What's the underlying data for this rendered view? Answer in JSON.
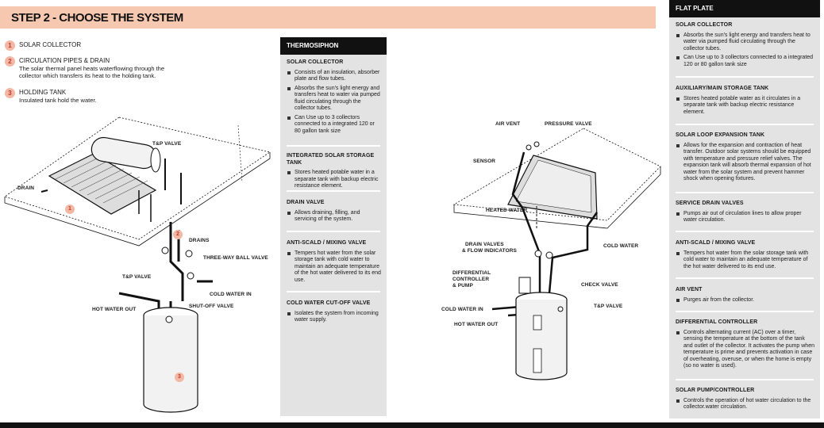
{
  "header": {
    "title": "STEP 2 - CHOOSE THE SYSTEM"
  },
  "legend": [
    {
      "num": "1",
      "title": "SOLAR COLLECTOR",
      "desc": ""
    },
    {
      "num": "2",
      "title": "CIRCULATION PIPES & DRAIN",
      "desc": "The solar thermal panel heats waterflowing through the collector which transfers its heat to the holding tank."
    },
    {
      "num": "3",
      "title": "HOLDING TANK",
      "desc": "Insulated tank hold the water."
    }
  ],
  "thermosiphon_labels": {
    "tp_valve_top": "T&P VALVE",
    "drain": "DRAIN",
    "drains": "DRAINS",
    "three_way": "THREE-WAY BALL VALVE",
    "tp_valve_bottom": "T&P VALVE",
    "cold_water_in": "COLD WATER IN",
    "shut_off": "SHUT-OFF VALVE",
    "hot_water_out": "HOT WATER OUT",
    "marker1": "1",
    "marker2": "2",
    "marker3": "3"
  },
  "thermosiphon_panel": {
    "title": "THERMOSIPHON",
    "sections": [
      {
        "title": "SOLAR COLLECTOR",
        "items": [
          "Consists of an insulation, absorber plate and flow tubes.",
          "Absorbs the sun's light energy and transfers heat to water via pumped fluid circulating through the collector tubes.",
          "Can Use up to 3 collectors connected to a integrated 120 or 80 gallon tank size"
        ]
      },
      {
        "title": "INTEGRATED SOLAR STORAGE TANK",
        "items": [
          "Stores heated potable water in a separate tank with backup electric resistance element."
        ]
      },
      {
        "title": "DRAIN VALVE",
        "items": [
          "Allows draining, filling, and servicing of the system."
        ]
      },
      {
        "title": "ANTI-SCALD / MIXING VALVE",
        "items": [
          "Tempers hot water from the solar storage tank with cold water to maintain an adequate temperature of the hot water delivered to its end use."
        ]
      },
      {
        "title": "COLD WATER CUT-OFF VALVE",
        "items": [
          "Isolates the system from incoming water supply."
        ]
      }
    ]
  },
  "flatplate_labels": {
    "air_vent": "AIR VENT",
    "pressure_valve": "PRESSURE VALVE",
    "sensor": "SENSOR",
    "heated_water": "HEATED WATER",
    "drain_valves": "DRAIN VALVES",
    "flow_indicators": "& FLOW INDICATORS",
    "cold_water": "COLD WATER",
    "differential": "DIFFERENTIAL",
    "controller": "CONTROLLER",
    "pump": "& PUMP",
    "check_valve": "CHECK VALVE",
    "cold_water_in": "COLD WATER IN",
    "tp_valve": "T&P VALVE",
    "hot_water_out": "HOT WATER OUT"
  },
  "flatplate_panel": {
    "title": "FLAT PLATE",
    "sections": [
      {
        "title": "SOLAR COLLECTOR",
        "items": [
          "Absorbs the sun's light energy and transfers heat to water via pumped fluid circulating through the collector tubes.",
          "Can Use up to 3 collectors connected to a integrated 120 or 80 gallon tank size"
        ]
      },
      {
        "title": "AUXILIARY/MAIN STORAGE TANK",
        "items": [
          "Stores heated potable water as it circulates in a separate tank with backup electric resistance element."
        ]
      },
      {
        "title": "SOLAR LOOP EXPANSION TANK",
        "items": [
          "Allows for the expansion and contraction of heat transfer. Outdoor solar systems should be equipped with temperature and pressure relief valves. The expansion tank will absorb thermal expansion of hot water from the solar system and prevent hammer shock when opening fixtures."
        ]
      },
      {
        "title": "SERVICE DRAIN VALVES",
        "items": [
          "Pumps air out of circulation lines to allow proper water circulation."
        ]
      },
      {
        "title": "ANTI-SCALD / MIXING VALVE",
        "items": [
          "Tempers hot water from the solar storage tank with cold water to maintain an adequate temperature of the hot water delivered to its end use."
        ]
      },
      {
        "title": "AIR VENT",
        "items": [
          "Purges air from the collector."
        ]
      },
      {
        "title": "DIFFERENTIAL CONTROLLER",
        "items": [
          "Controls alternating current (AC) over a timer, sensing the temperature at the bottom of the tank and outlet of the collector. It activates the pump when temperature is prime and prevents activation in case of overheating, overuse, or when the home is empty (so no water is used)."
        ]
      },
      {
        "title": "SOLAR PUMP/CONTROLLER",
        "items": [
          "Controls the operation of hot water circulation to the collector.water circulation."
        ]
      }
    ]
  },
  "colors": {
    "header_bg": "#f6c8b0",
    "marker_bg": "#f3b8a5",
    "marker_text": "#c0392b",
    "panel_bg": "#e3e3e3",
    "panel_header": "#111111"
  }
}
